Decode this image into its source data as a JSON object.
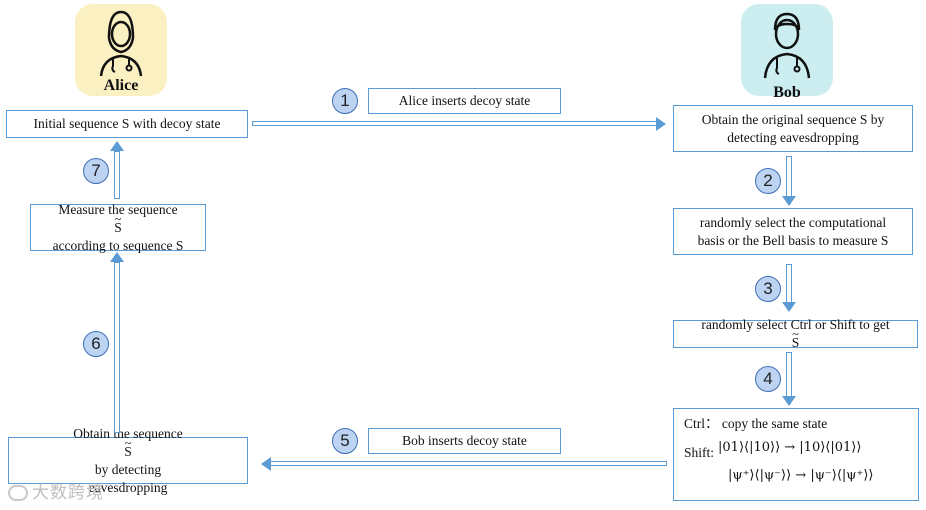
{
  "alice": {
    "name": "Alice",
    "icon": "user-doctor-icon",
    "tile_color": "#fbf0c2"
  },
  "bob": {
    "name": "Bob",
    "icon": "user-doctor-icon",
    "tile_color": "#cdeef0"
  },
  "steps": {
    "s1": {
      "number": "1",
      "label": "Alice inserts decoy state"
    },
    "s2": {
      "number": "2"
    },
    "s3": {
      "number": "3"
    },
    "s4": {
      "number": "4"
    },
    "s5": {
      "number": "5",
      "label": "Bob inserts decoy state"
    },
    "s6": {
      "number": "6"
    },
    "s7": {
      "number": "7"
    }
  },
  "boxes": {
    "initial_sequence": "Initial sequence S with decoy state",
    "obtain_original": {
      "line1": "Obtain the original sequence S by",
      "line2": "detecting eavesdropping"
    },
    "random_basis": {
      "line1": "randomly select the computational",
      "line2": "basis or the Bell basis to measure S"
    },
    "random_ctrl_shift": {
      "prefix": "randomly select Ctrl or Shift to get ",
      "s": "S"
    },
    "ctrl_shift_ops": {
      "ctrl_line": "Ctrl： copy the same state",
      "shift_label": "Shift:",
      "shift_line1": "|01⟩⟨|10⟩⟩ → |10⟩⟨|01⟩⟩",
      "shift_line2": "|ψ⁺⟩⟨|ψ⁻⟩⟩ → |ψ⁻⟩⟨|ψ⁺⟩⟩"
    },
    "obtain_sequence": {
      "prefix": "Obtain the sequence ",
      "s": "S",
      "suffix": " by detecting",
      "line2": "eavesdropping"
    },
    "measure_sequence": {
      "prefix": "Measure the sequence ",
      "s": "S",
      "line2": "according to sequence S"
    }
  },
  "colors": {
    "arrow_border": "#5b9bd5",
    "badge_fill": "#bcd3f2",
    "badge_border": "#3f6fb5"
  },
  "watermark": "大数跨境"
}
